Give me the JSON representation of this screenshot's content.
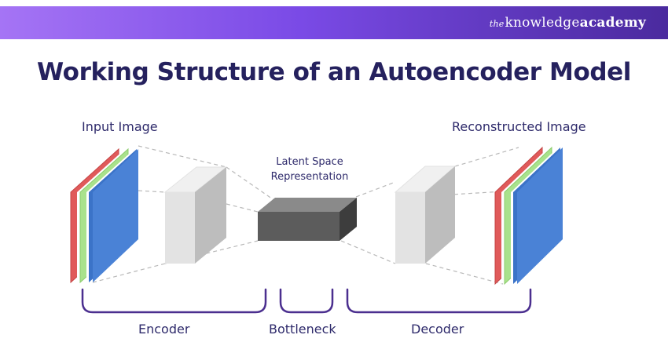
{
  "brand": {
    "prefix": "the",
    "middle": "knowledge",
    "suffix": "academy"
  },
  "title": "Working Structure of an Autoencoder Model",
  "labels": {
    "input_image": "Input Image",
    "reconstructed_image": "Reconstructed Image",
    "latent_line1": "Latent Space",
    "latent_line2": "Representation"
  },
  "sections": {
    "encoder": "Encoder",
    "bottleneck": "Bottleneck",
    "decoder": "Decoder"
  },
  "colors": {
    "banner_start": "#a574f5",
    "banner_end": "#4a2a9e",
    "title_text": "#25215e",
    "label_text": "#2e2a6b",
    "bracket": "#4b2f8f",
    "channel_red": "#e05a5a",
    "channel_green": "#a9e28c",
    "channel_blue": "#3b73c8",
    "latent_box": "#555555"
  }
}
